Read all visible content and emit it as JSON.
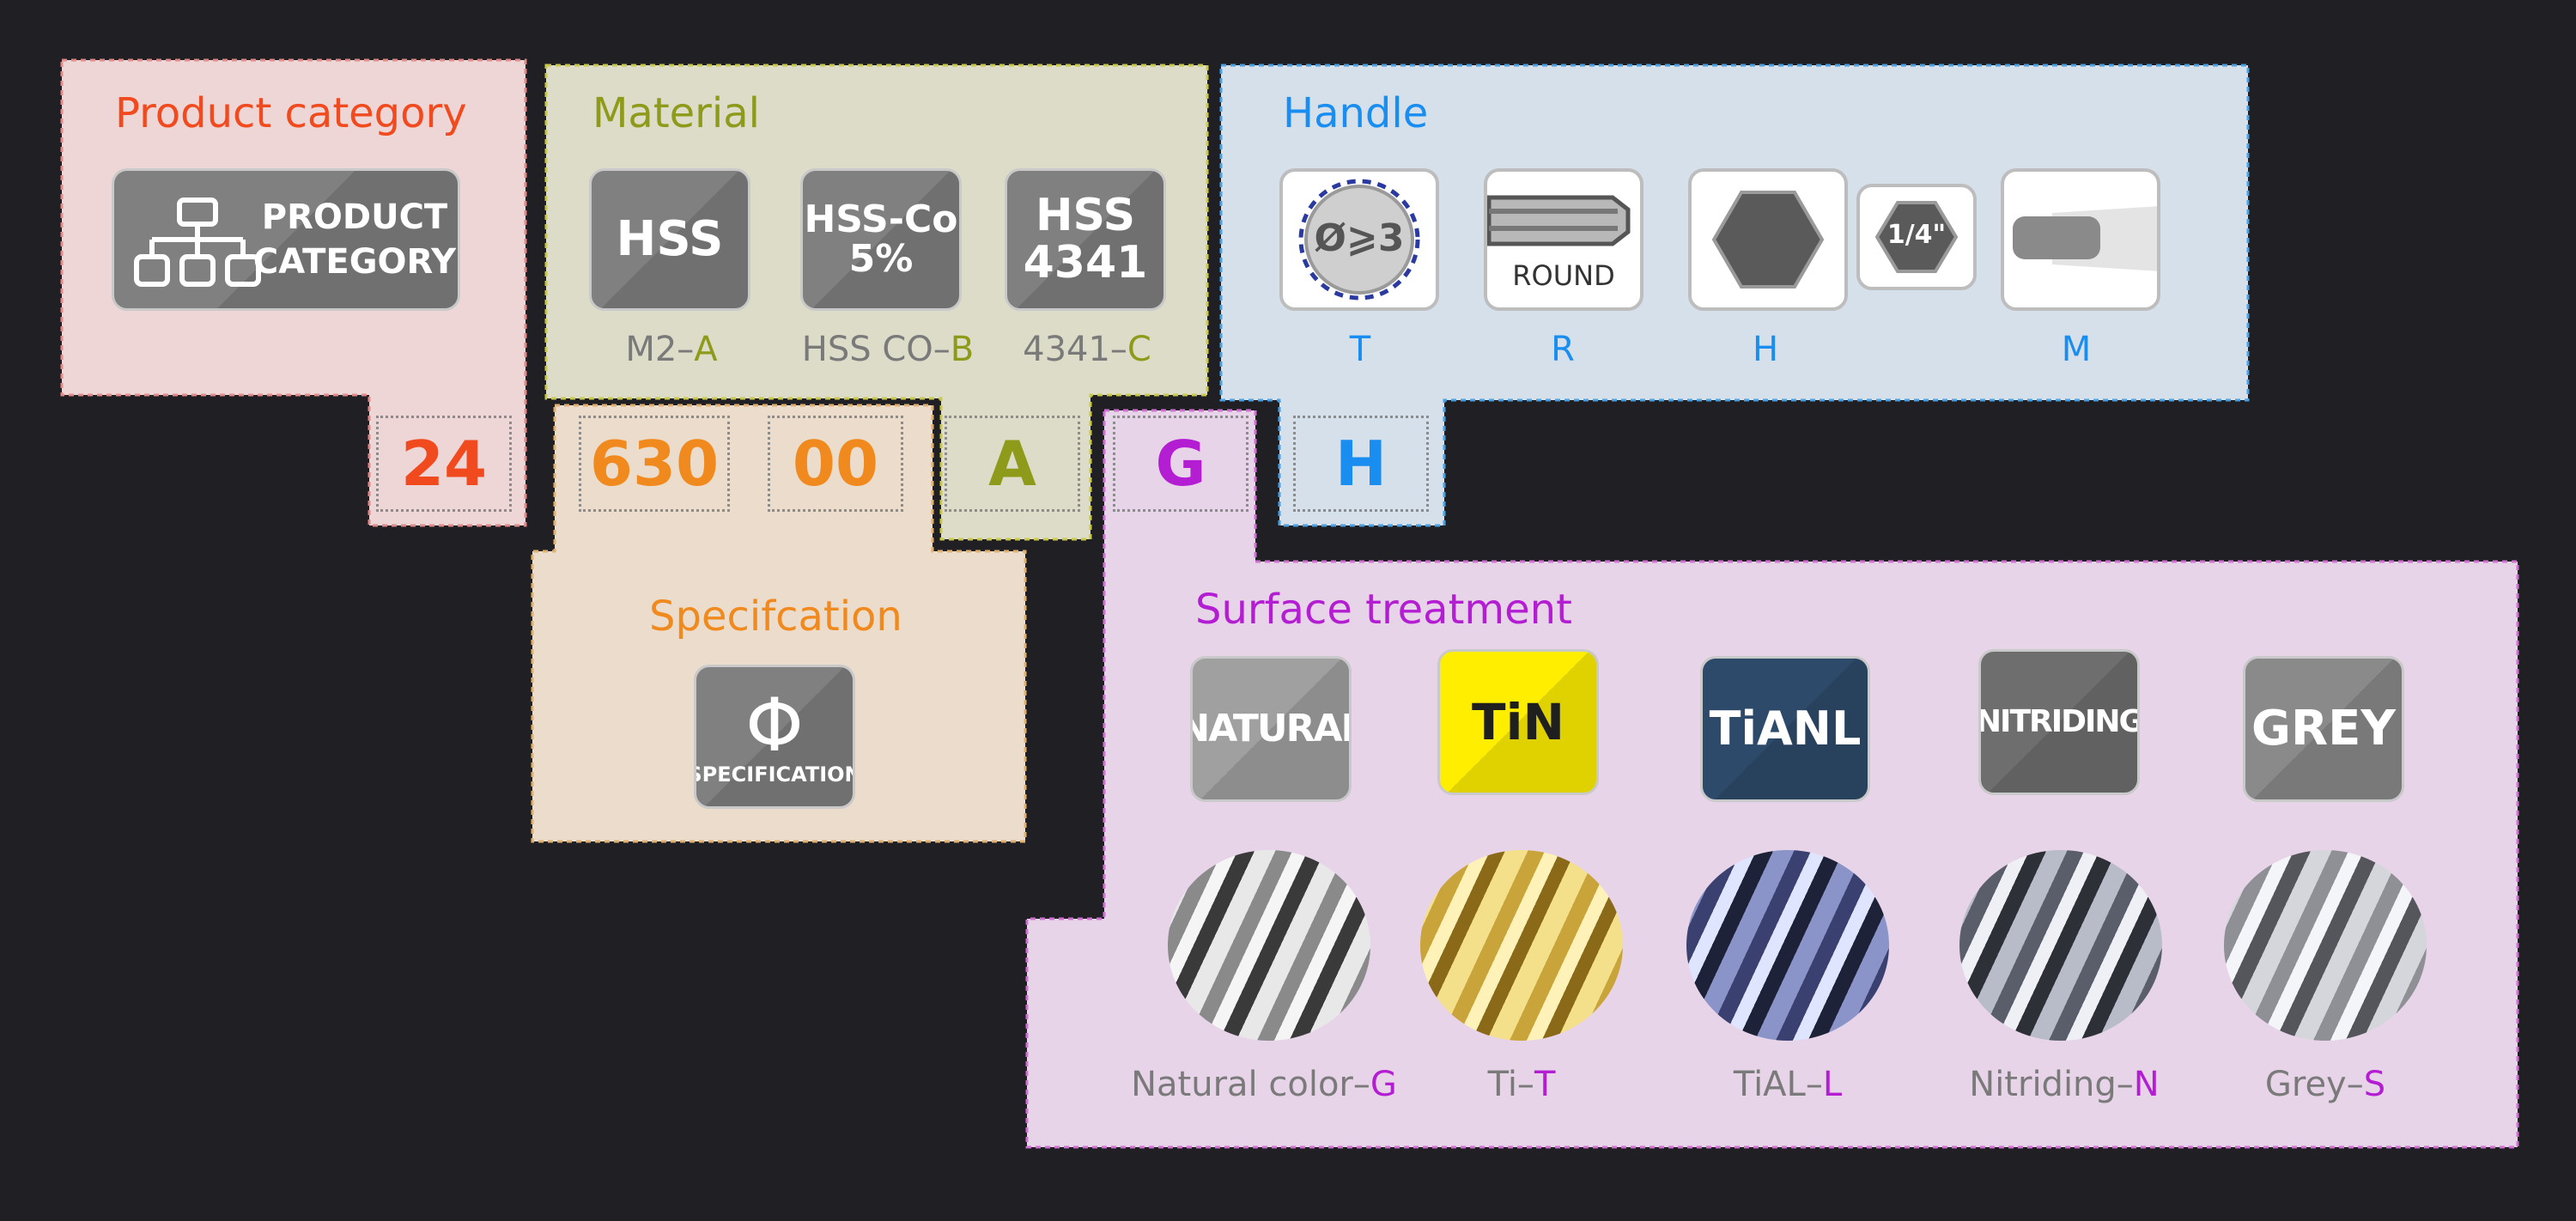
{
  "colors": {
    "product": "#f04a1e",
    "material": "#8e9a1a",
    "handle": "#1a8ef0",
    "spec": "#f08a1e",
    "surface": "#b41ed2",
    "gray_text": "#7a7a7a"
  },
  "product_category": {
    "title": "Product category",
    "tile_line1": "PRODUCT",
    "tile_line2": "CATEGORY",
    "icon": "hierarchy-icon"
  },
  "material": {
    "title": "Material",
    "tiles": [
      {
        "line1": "HSS",
        "line2": "",
        "label_main": "M2–",
        "label_code": "A"
      },
      {
        "line1": "HSS-Co",
        "line2": "5%",
        "label_main": "HSS CO–",
        "label_code": "B"
      },
      {
        "line1": "HSS",
        "line2": "4341",
        "label_main": "4341–",
        "label_code": "C"
      }
    ]
  },
  "handle": {
    "title": "Handle",
    "items": [
      {
        "icon": "cylinder-shank-icon",
        "text": "Ø⩾3",
        "code": "T"
      },
      {
        "icon": "round-shank-icon",
        "text": "ROUND",
        "code": "R"
      },
      {
        "icon": "hex-shank-icon",
        "text": "",
        "code": "H"
      },
      {
        "icon": "hex-quarter-inch-icon",
        "text": "1/4\"",
        "code": ""
      },
      {
        "icon": "m-shank-icon",
        "text": "",
        "code": "M"
      }
    ]
  },
  "code_sequence": {
    "product": "24",
    "spec1": "630",
    "spec2": "00",
    "material": "A",
    "surface": "G",
    "handle": "H"
  },
  "specification": {
    "title": "Specifcation",
    "symbol": "Φ",
    "tile_text": "SPECIFICATION"
  },
  "surface_treatment": {
    "title": "Surface treatment",
    "tiles": [
      {
        "text": "NATURAL",
        "bg": "#a0a0a0",
        "fg": "#ffffff"
      },
      {
        "text": "TiN",
        "bg": "#ffee00",
        "fg": "#1f1f1f"
      },
      {
        "text": "TiANL",
        "bg": "#2e4a6a",
        "fg": "#ffffff"
      },
      {
        "text": "NITRIDING",
        "bg": "#6e6e6e",
        "fg": "#ffffff"
      },
      {
        "text": "GREY",
        "bg": "#8a8a8a",
        "fg": "#ffffff"
      }
    ],
    "labels": [
      {
        "main": "Natural color–",
        "code": "G"
      },
      {
        "main": "Ti–",
        "code": "T"
      },
      {
        "main": "TiAL–",
        "code": "L"
      },
      {
        "main": "Nitriding–",
        "code": "N"
      },
      {
        "main": "Grey–",
        "code": "S"
      }
    ]
  }
}
